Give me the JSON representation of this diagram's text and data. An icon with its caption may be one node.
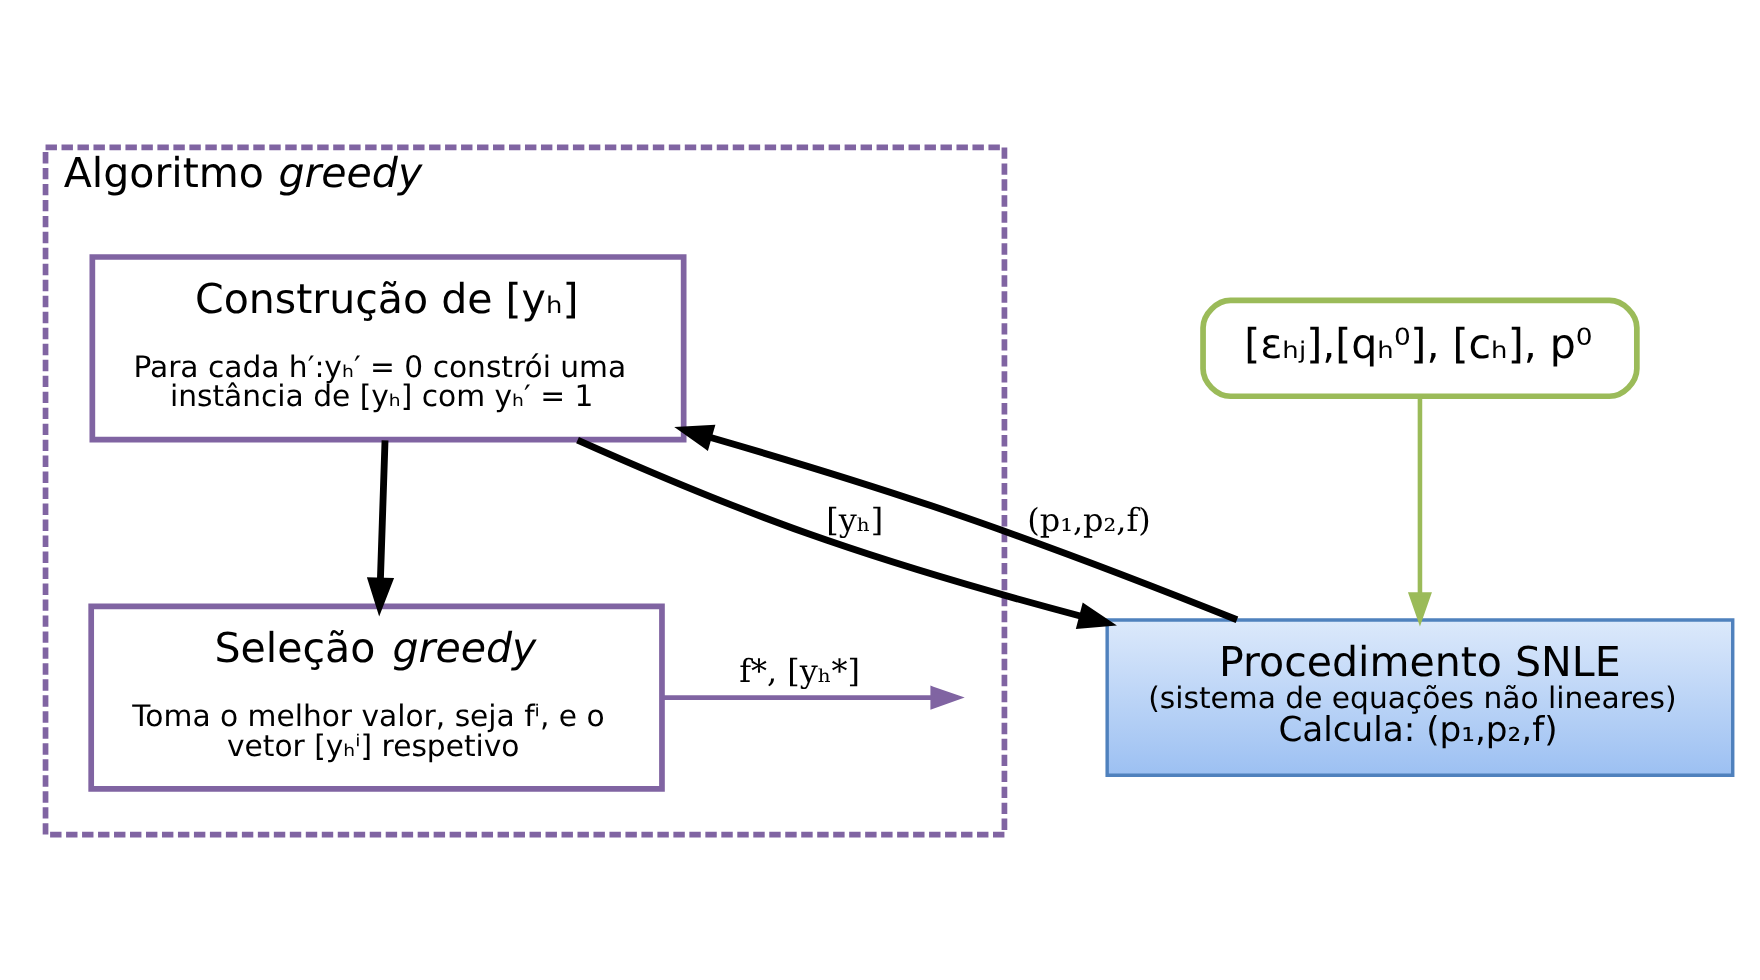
{
  "diagram": {
    "nodes": [
      {
        "text": [
          "Algoritmo *greedy*"
        ]
      },
      {
        "text": [
          "Construção de [yₕ]",
          "Para cada h′:yₕ′ = 0 constrói uma instância de [yₕ] com yₕ′ = 1"
        ],
        "in": 0
      },
      {
        "text": [
          "Seleção *greedy*",
          "Toma o melhor valor, seja fⁱ, e o vetor [yₕⁱ] respetivo"
        ],
        "in": 0
      },
      {
        "text": [
          "Procedimento SNLE",
          "(sistema de equações não lineares)",
          "Calcula: (p₁,p₂,f)"
        ]
      },
      {
        "text": [
          "[εₕⱼ],[qₕ⁰], [cₕ], p⁰"
        ]
      }
    ],
    "edges": [
      {
        "from": 4,
        "to": 3,
        "arrow": "to",
        "color": "#9bbb59"
      },
      {
        "from": 1,
        "to": 3,
        "arrow": "to",
        "label": "[yₕ]"
      },
      {
        "from": 3,
        "to": 1,
        "arrow": "to",
        "label": "(p₁,p₂,f)"
      },
      {
        "from": 1,
        "to": 2,
        "arrow": "to"
      },
      {
        "from": 2,
        "to": null,
        "arrow": "to",
        "label": "f*, [yₕ*]",
        "color": "#8064a2"
      }
    ]
  }
}
